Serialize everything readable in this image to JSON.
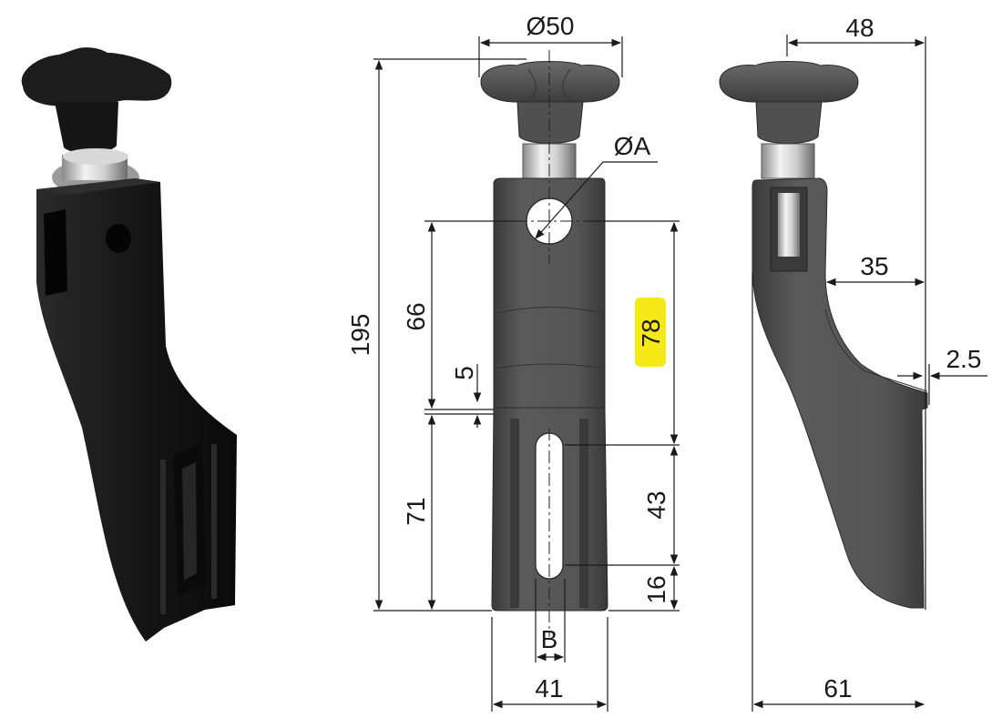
{
  "dimensions": {
    "knob_diameter": "Ø50",
    "side_top_width": "48",
    "hole_diameter": "ØA",
    "overall_height": "195",
    "upper_height": "66",
    "highlight_height": "78",
    "step": "5",
    "side_offset": "35",
    "side_tab": "2.5",
    "lower_height": "71",
    "slot_length": "43",
    "slot_bottom": "16",
    "slot_width": "B",
    "base_width": "41",
    "side_base_width": "61"
  },
  "colors": {
    "highlight": "#f5ea18",
    "body_dark": "#4a4a4a",
    "photo_black": "#141414"
  }
}
